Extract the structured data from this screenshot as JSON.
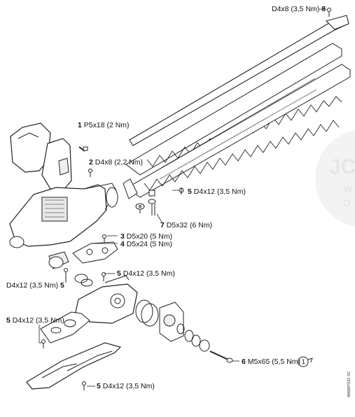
{
  "labels": {
    "l1": {
      "num": "1",
      "text": "P5x18 (2 Nm)"
    },
    "l2": {
      "num": "2",
      "text": "D4x8 (2,2 Nm)"
    },
    "l3": {
      "num": "3",
      "text": "D5x20 (5 Nm)"
    },
    "l4": {
      "num": "4",
      "text": "D5x24 (5 Nm)"
    },
    "l5a": {
      "num": "5",
      "text": "D4x12 (3,5 Nm)"
    },
    "l5b": {
      "num": "5",
      "text": "D4x12 (3,5 Nm)"
    },
    "l5c": {
      "num": "5",
      "text": "D4x12 (3,5 Nm)"
    },
    "l5d": {
      "num": "5",
      "text": "D4x12 (3,5 Nm)"
    },
    "l5e": {
      "num": "5",
      "text": "D4x12 (3,5 Nm)"
    },
    "l6": {
      "num": "6",
      "text": "M5x65 (5,5 Nm)",
      "symbol": "1"
    },
    "l7": {
      "num": "7",
      "text": "D5x32 (6 Nm)"
    },
    "l8": {
      "num": "8",
      "text": "D4x8 (3,5 Nm)"
    }
  },
  "drawing_code": "4868BT022 SC",
  "watermark": {
    "line1": "JC",
    "line2": "W",
    "line3": "O"
  }
}
